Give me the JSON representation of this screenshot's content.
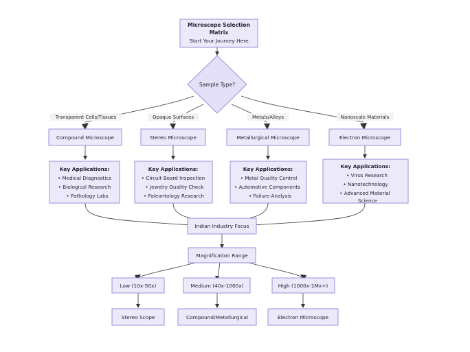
{
  "diagram": {
    "type": "flowchart",
    "title": "Microscope Selection Matrix",
    "background_color": "#ffffff",
    "node_fill": "#ece9fb",
    "node_stroke": "#9a8fd8",
    "decision_fill": "#e3e0f7",
    "edge_color": "#4a4a4a"
  },
  "start": {
    "line1": "Microscope Selection",
    "line2": "Matrix",
    "line3": "Start Your Journey Here"
  },
  "decision": {
    "label": "Sample Type?"
  },
  "branch_labels": [
    "Transparent Cells/Tissues",
    "Opaque Surfaces",
    "Metals/Alloys",
    "Nanoscale Materials"
  ],
  "microscopes": [
    "Compound Microscope",
    "Stereo Microscope",
    "Metallurgical Microscope",
    "Electron Microscope"
  ],
  "applications": [
    {
      "heading": "Key Applications:",
      "items": [
        "• Medical Diagnostics",
        "• Biological Research",
        "• Pathology Labs"
      ]
    },
    {
      "heading": "Key Applications:",
      "items": [
        "• Circuit Board Inspection",
        "• Jewelry Quality Check",
        "• Paleontology Research"
      ]
    },
    {
      "heading": "Key Applications:",
      "items": [
        "• Metal Quality Control",
        "• Automotive Components",
        "• Failure Analysis"
      ]
    },
    {
      "heading": "Key Applications:",
      "items": [
        "• Virus Research",
        "• Nanotechnology",
        "• Advanced Material",
        "Science"
      ]
    }
  ],
  "industry_focus": {
    "label": "Indian Industry Focus"
  },
  "magnification": {
    "label": "Magnification Range"
  },
  "mag_levels": [
    "Low (10x-50x)",
    "Medium (40x-1000x)",
    "High (1000x-1Mx+)"
  ],
  "mag_results": [
    "Stereo Scope",
    "Compound/Metallurgical",
    "Electron Microscope"
  ]
}
